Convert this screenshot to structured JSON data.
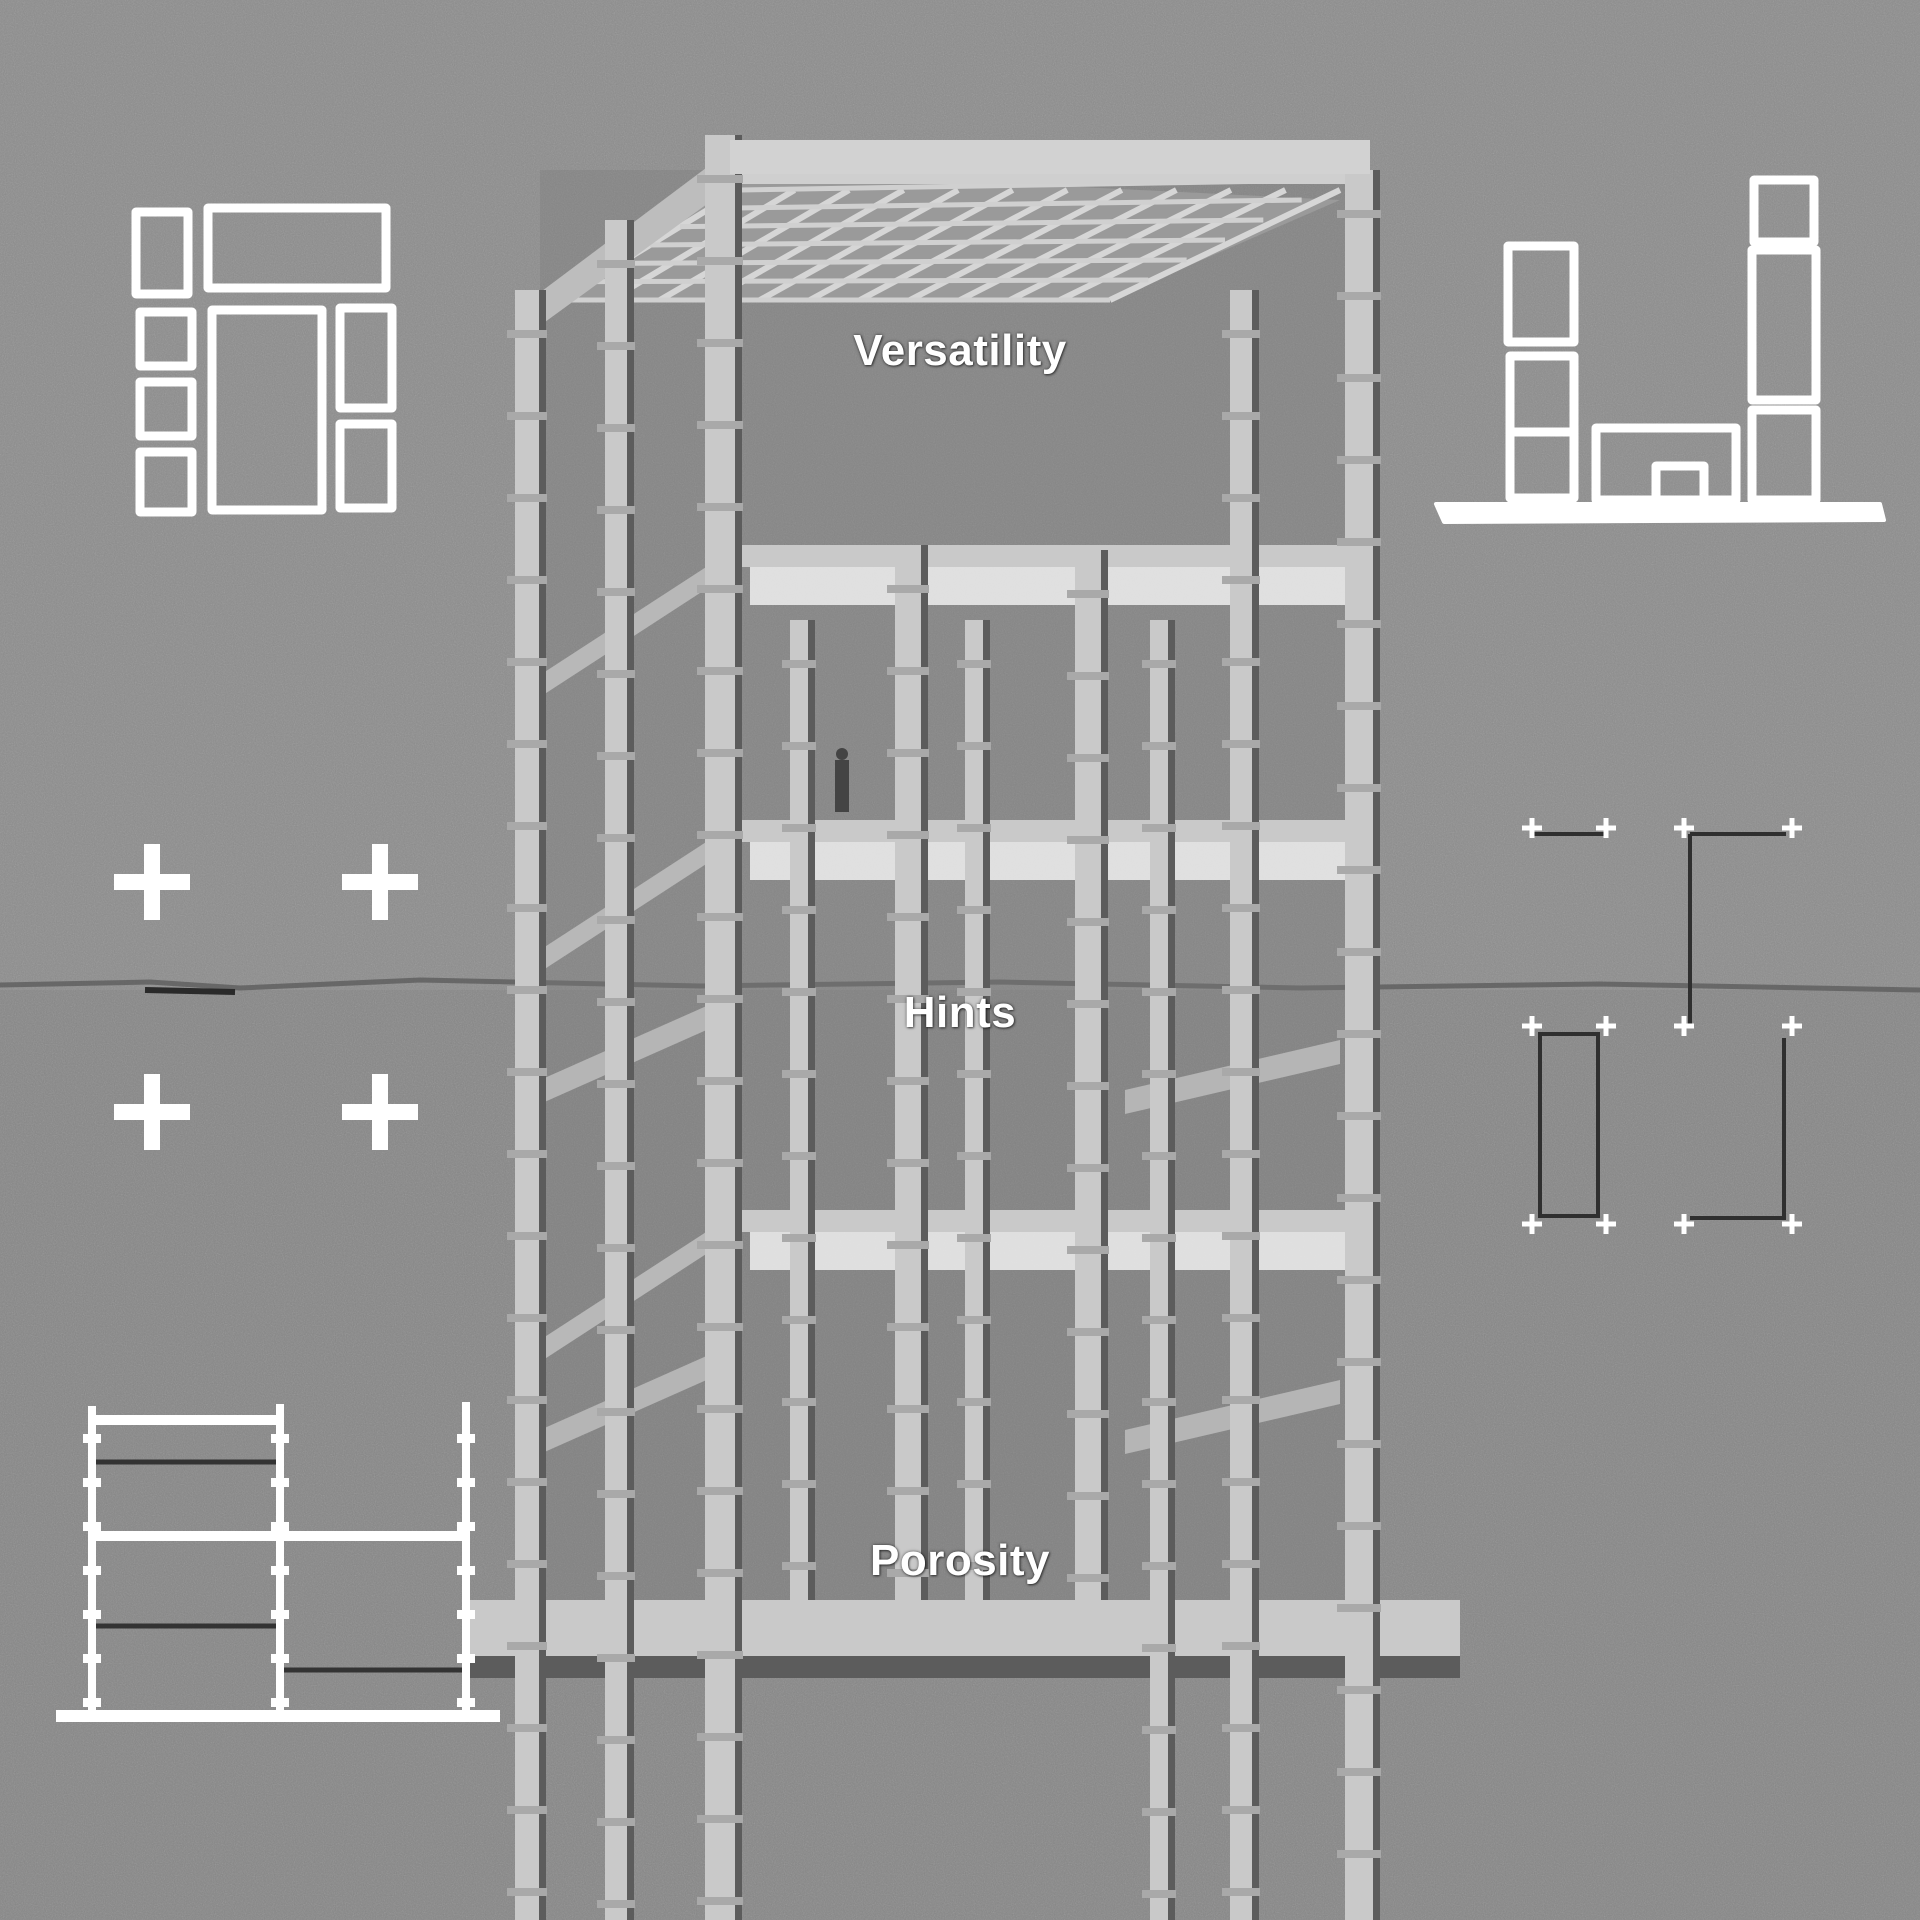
{
  "labels": {
    "top": "Versatility",
    "middle": "Hints",
    "bottom": "Porosity"
  },
  "colors": {
    "background": "#8e8e8e",
    "concrete_dark": "#7f7f7f",
    "model_light": "#c9c9c9",
    "model_shadow": "#5c5c5c",
    "slab": "#e9e9e9",
    "sketch": "#ffffff",
    "ink": "#2a2a2a"
  },
  "icons": [
    "plan-blocks-icon",
    "plus-grid-icon",
    "section-frame-icon",
    "elevation-blocks-icon",
    "column-plan-icon"
  ]
}
